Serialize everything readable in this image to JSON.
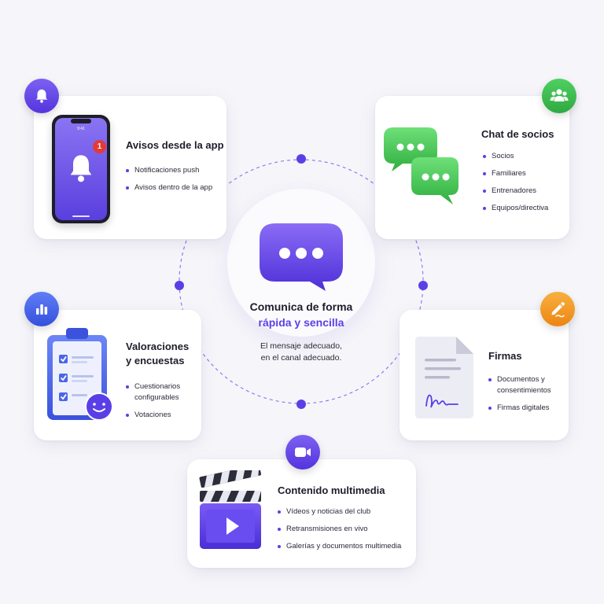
{
  "center": {
    "heading_line1": "Comunica de forma",
    "heading_line2": "rápida y sencilla",
    "sub_line1": "El mensaje adecuado,",
    "sub_line2": "en el canal adecuado."
  },
  "avisos": {
    "title": "Avisos desde la app",
    "phone_time": "9:41",
    "notification_count": "1",
    "items": [
      "Notificaciones push",
      "Avisos dentro de la app"
    ]
  },
  "chat": {
    "title": "Chat de socios",
    "items": [
      "Socios",
      "Familiares",
      "Entrenadores",
      "Equipos/directiva"
    ]
  },
  "valoraciones": {
    "title_line1": "Valoraciones",
    "title_line2": "y encuestas",
    "items": [
      "Cuestionarios configurables",
      "Votaciones"
    ]
  },
  "firmas": {
    "title": "Firmas",
    "items": [
      "Documentos y consentimientos",
      "Firmas digitales"
    ]
  },
  "multimedia": {
    "title": "Contenido multimedia",
    "items": [
      "Vídeos y noticias del club",
      "Retransmisiones en vivo",
      "Galerías y documentos multimedia"
    ]
  },
  "colors": {
    "primary": "#5b3fe6",
    "chat_green": "#3fc24f",
    "chart_blue": "#3b5be8",
    "firmas_orange": "#f29a1c",
    "badge_red": "#e53935"
  },
  "icons": [
    "bell-icon",
    "users-icon",
    "bar-chart-icon",
    "pen-icon",
    "video-camera-icon"
  ]
}
